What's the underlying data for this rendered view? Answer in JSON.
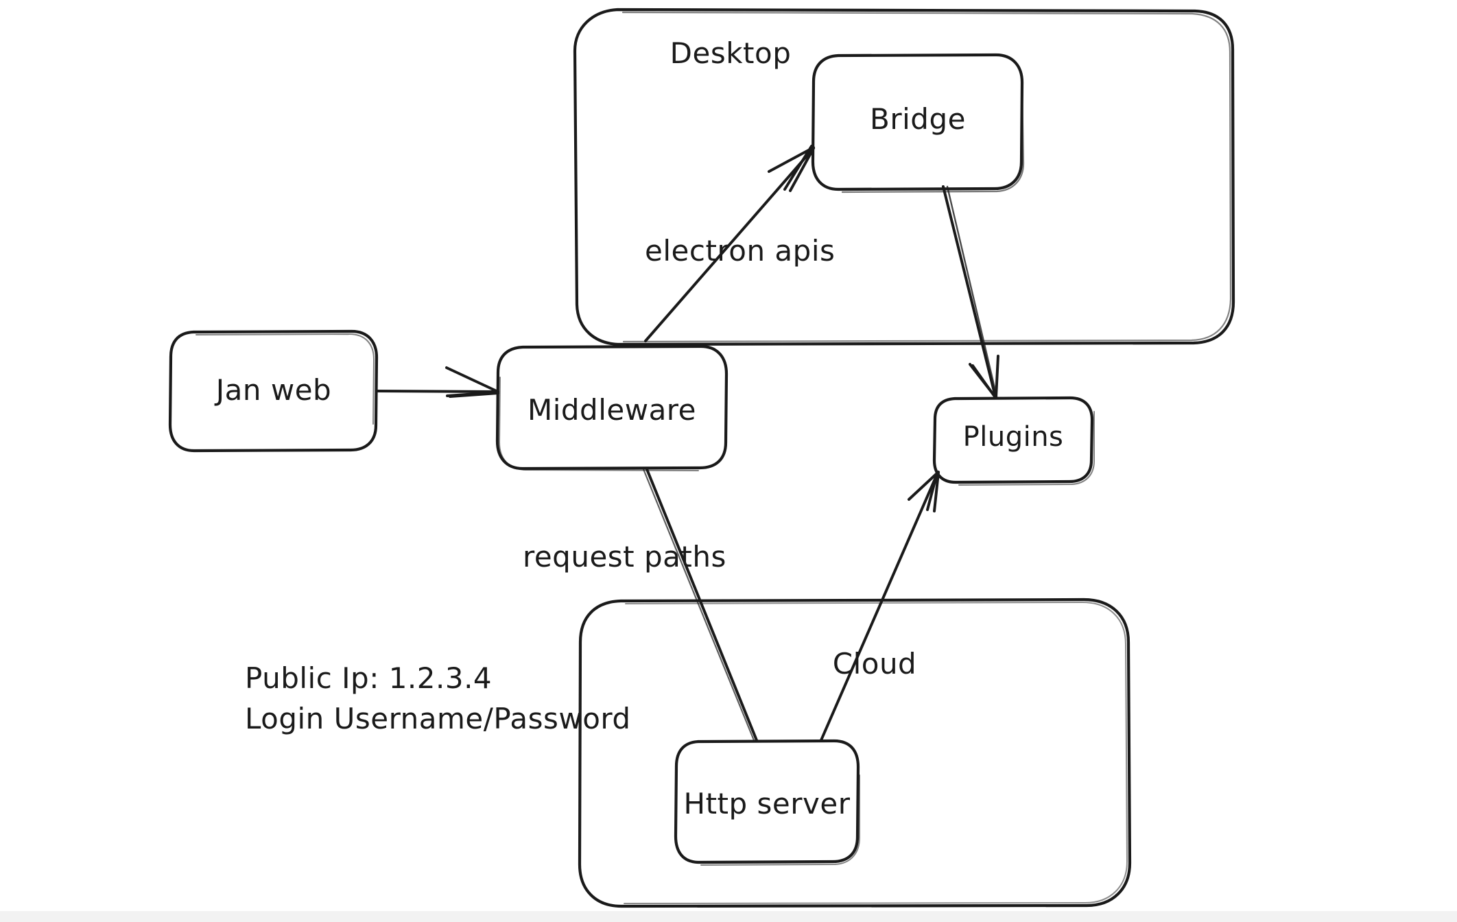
{
  "diagram": {
    "title": "Jan application architecture sketch",
    "style": "hand-drawn whiteboard sketch",
    "background_color": "#ffffff",
    "stroke_color": "#1a1a1a",
    "containers": [
      {
        "id": "desktop",
        "label": "Desktop"
      },
      {
        "id": "cloud",
        "label": "Cloud"
      }
    ],
    "nodes": [
      {
        "id": "bridge",
        "label": "Bridge"
      },
      {
        "id": "jan-web",
        "label": "Jan web"
      },
      {
        "id": "middleware",
        "label": "Middleware"
      },
      {
        "id": "plugins",
        "label": "Plugins"
      },
      {
        "id": "http-server",
        "label": "Http server"
      }
    ],
    "edge_labels": [
      {
        "id": "electron-apis",
        "label": "electron apis"
      },
      {
        "id": "request-paths",
        "label": "request paths"
      }
    ],
    "notes": [
      {
        "id": "public-ip",
        "label": "Public Ip: 1.2.3.4"
      },
      {
        "id": "login-credentials",
        "label": "Login Username/Password"
      }
    ]
  }
}
